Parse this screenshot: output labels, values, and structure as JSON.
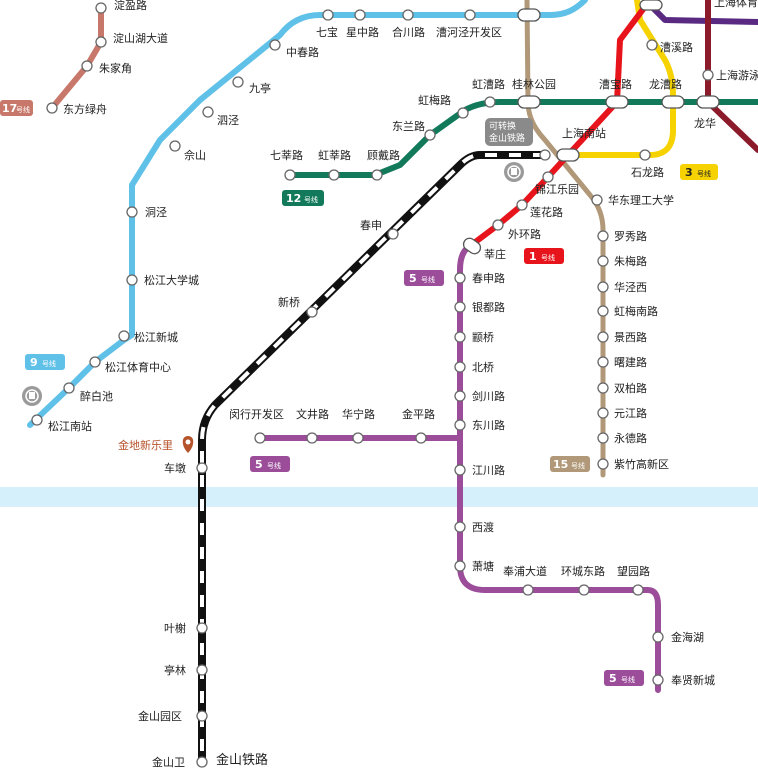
{
  "colors": {
    "line1": "#e8141c",
    "line3": "#f5d200",
    "line5": "#9b4d9a",
    "line9": "#5fc0e8",
    "line12": "#127a5a",
    "line15": "#b09878",
    "line17": "#c8786a",
    "line_purple_top": "#5a2a82",
    "line_maroon": "#8b1a2a",
    "jinshan_railway": "#111111",
    "river": "#d5f0fa",
    "poi": "#b5532b"
  },
  "icons": {
    "railway_station": "train-station-icon",
    "poi_marker": "map-pin-icon"
  },
  "badges": {
    "line1": {
      "num": "1",
      "suffix": "号线"
    },
    "line3": {
      "num": "3",
      "suffix": "号线"
    },
    "line5_a": {
      "num": "5",
      "suffix": "号线"
    },
    "line5_b": {
      "num": "5",
      "suffix": "号线"
    },
    "line5_c": {
      "num": "5",
      "suffix": "号线"
    },
    "line9": {
      "num": "9",
      "suffix": "号线"
    },
    "line12": {
      "num": "12",
      "suffix": "号线"
    },
    "line15": {
      "num": "15",
      "suffix": "号线"
    },
    "line17": {
      "num": "17",
      "suffix": "号线"
    }
  },
  "callout": {
    "line1": "可转换",
    "line2": "金山铁路"
  },
  "poi": {
    "name": "金地新乐里"
  },
  "railway": {
    "name": "金山铁路"
  },
  "stations": {
    "jiading_lu_partial": "淀盈路",
    "dianshanhu": "淀山湖大道",
    "zhujiajiao": "朱家角",
    "dongfanglvzhou": "东方绿舟",
    "qibao": "七宝",
    "xingzhong": "星中路",
    "hechuan": "合川路",
    "caohejing": "漕河泾开发区",
    "zhongchun": "中春路",
    "jiuting": "九亭",
    "sijing": "泗泾",
    "sheshan": "佘山",
    "dongjing": "洞泾",
    "songjiang_univ": "松江大学城",
    "songjiang_xincheng": "松江新城",
    "songjiang_sports": "松江体育中心",
    "zuibaichi": "醉白池",
    "songjiang_south": "松江南站",
    "hongmei": "虹梅路",
    "dongnan": "东兰路",
    "qixin": "七莘路",
    "hongxin": "虹莘路",
    "gudai": "顾戴路",
    "honglu": "虹漕路",
    "guilin_park": "桂林公园",
    "caobao": "漕宝路",
    "longcao": "龙漕路",
    "shanghai_game": "上海游泳馆",
    "shanghai_top": "上海体育馆",
    "caoxi": "漕溪路",
    "longhua": "龙华",
    "shanghai_south": "上海南站",
    "shilong": "石龙路",
    "jinjiang_park": "锦江乐园",
    "lianhua": "莲花路",
    "waihuan": "外环路",
    "xinzhuang": "莘庄",
    "chunshen_top": "春申",
    "xinqiao": "新桥",
    "chunshen": "春申路",
    "yindu": "银都路",
    "zhuanqiao": "颛桥",
    "beiqiao": "北桥",
    "jianchuan": "剑川路",
    "dongchuan": "东川路",
    "jiangchuan": "江川路",
    "xidu": "西渡",
    "xiaotang": "萧塘",
    "fengpu": "奉浦大道",
    "huancheng": "环城东路",
    "wangyuan": "望园路",
    "jinhaihu": "金海湖",
    "fengxian": "奉贤新城",
    "minhang_dev": "闵行开发区",
    "wenjing": "文井路",
    "huaning": "华宁路",
    "jinping": "金平路",
    "ecust": "华东理工大学",
    "luoxiu": "罗秀路",
    "zhumei": "朱梅路",
    "huajingxi": "华泾西",
    "hongmei_south": "虹梅南路",
    "jingxi": "景西路",
    "shuguang": "曙建路",
    "shuangbai": "双柏路",
    "yuanjiang": "元江路",
    "yongde": "永德路",
    "zizhu": "紫竹高新区",
    "chedun": "车墩",
    "yexie": "叶榭",
    "tinglin": "亭林",
    "jinshan_park": "金山园区",
    "jinshanwei": "金山卫"
  }
}
